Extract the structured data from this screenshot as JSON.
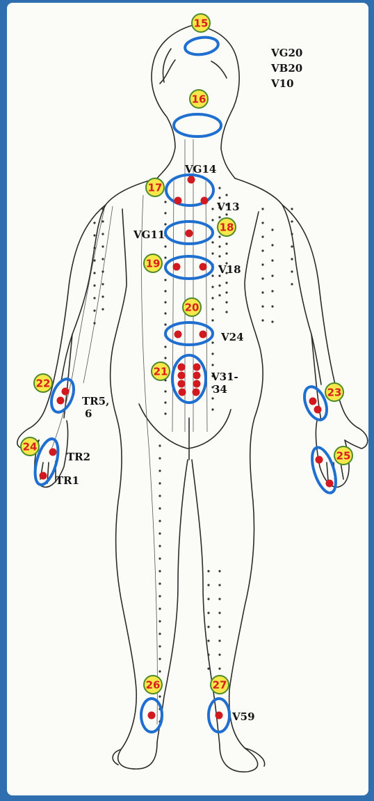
{
  "colors": {
    "frame": "#2f6fb0",
    "paper": "#fbfbf7",
    "outline": "#2b2b2b",
    "ring": "#1f6fd0",
    "point": "#d11a1f",
    "badge_fill": "#f6e84a",
    "badge_stroke": "#4f8a2a",
    "badge_text": "#d9201c"
  },
  "badges": [
    "15",
    "16",
    "17",
    "18",
    "19",
    "20",
    "21",
    "22",
    "23",
    "24",
    "25",
    "26",
    "27"
  ],
  "labels": {
    "head_vg": "VG20",
    "head_vb": "VB20",
    "head_v": "V10",
    "vg14": "VG14",
    "v13": "V13",
    "vg11": "VG11",
    "v18": "V18",
    "v24": "V24",
    "v31a": "V31-",
    "v31b": "34",
    "tr5a": "TR5,",
    "tr5b": "6",
    "tr2": "TR2",
    "tr1": "TR1",
    "v59": "V59"
  }
}
